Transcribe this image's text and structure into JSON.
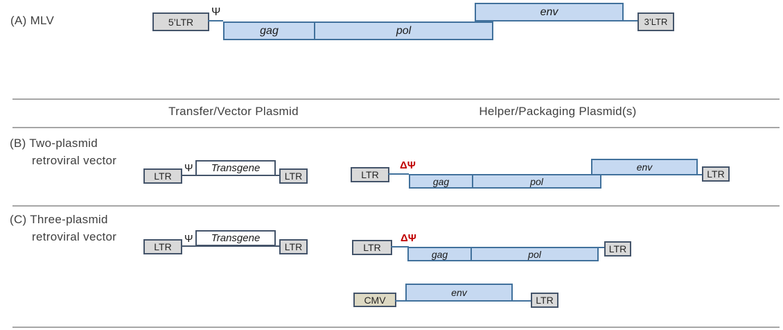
{
  "colors": {
    "geneFill": "#c6d9f1",
    "geneBorder": "#41719c",
    "ltrFill": "#d9d9d9",
    "ltrBorder": "#44546a",
    "cmvFill": "#ddd9c3",
    "transgeneFill": "#ffffff",
    "deltaPsiRed": "#c00000",
    "separator": "#a6a6a6",
    "text": "#3f3f3f"
  },
  "mlv": {
    "label": "(A) MLV",
    "ltr5": "5’LTR",
    "psi": "Ψ",
    "gag": "gag",
    "pol": "pol",
    "env": "env",
    "ltr3": "3’LTR"
  },
  "header": {
    "transfer_col": "Transfer/Vector Plasmid",
    "helper_col": "Helper/Packaging Plasmid(s)"
  },
  "two_plasmid": {
    "label_line1": "(B) Two-plasmid",
    "label_line2": "retroviral vector",
    "transfer": {
      "ltr_left": "LTR",
      "psi": "Ψ",
      "transgene": "Transgene",
      "ltr_right": "LTR"
    },
    "helper": {
      "ltr_left": "LTR",
      "delta_psi": "ΔΨ",
      "gag": "gag",
      "pol": "pol",
      "env": "env",
      "ltr_right": "LTR"
    }
  },
  "three_plasmid": {
    "label_line1": "(C) Three-plasmid",
    "label_line2": "retroviral vector",
    "transfer": {
      "ltr_left": "LTR",
      "psi": "Ψ",
      "transgene": "Transgene",
      "ltr_right": "LTR"
    },
    "helper_gagpol": {
      "ltr_left": "LTR",
      "delta_psi": "ΔΨ",
      "gag": "gag",
      "pol": "pol",
      "ltr_right": "LTR"
    },
    "helper_env": {
      "cmv": "CMV",
      "env": "env",
      "ltr": "LTR"
    }
  }
}
